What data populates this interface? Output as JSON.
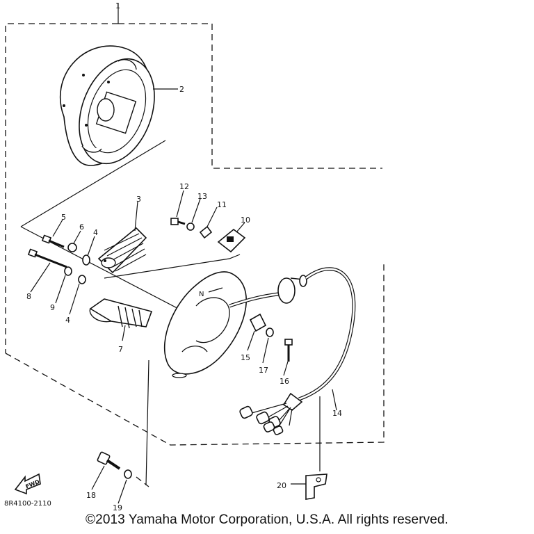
{
  "diagram": {
    "callouts": {
      "c1": "1",
      "c2": "2",
      "c3": "3",
      "c4a": "4",
      "c4b": "4",
      "c5": "5",
      "c6": "6",
      "c7": "7",
      "c8": "8",
      "c9": "9",
      "c10": "10",
      "c11": "11",
      "c12": "12",
      "c13": "13",
      "c14": "14",
      "c15": "15",
      "c16": "16",
      "c17": "17",
      "c18": "18",
      "c19": "19",
      "c20": "20"
    },
    "fwd_label": "FWD",
    "ref_code": "8R4100-2110",
    "copyright": "©2013 Yamaha Motor Corporation, U.S.A. All rights reserved."
  }
}
